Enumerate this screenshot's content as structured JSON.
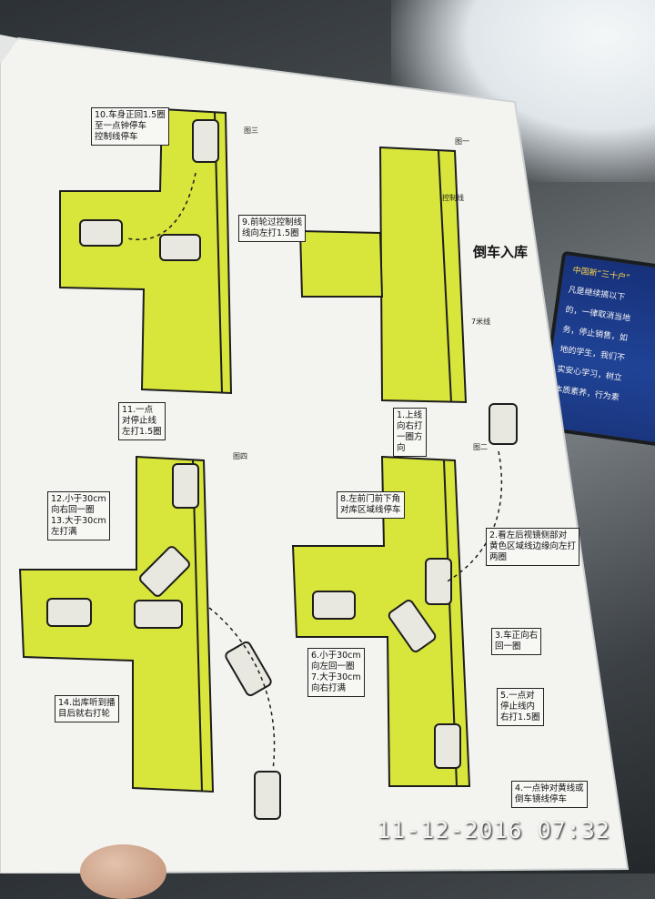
{
  "photo": {
    "timestamp": "11-12-2016 07:32"
  },
  "screen": {
    "title": "中国新“三十户”",
    "lines": [
      "凡是继续搞以下",
      "的，一律取消当地",
      "务，停止销售，如",
      "地的学生，我们不",
      "实安心学习，树立",
      "本质素养，行为素"
    ]
  },
  "sheet": {
    "title": "倒车入库",
    "panel1": {
      "tag": "图一",
      "line_a": "控制线",
      "line_b": "7米线",
      "step1": [
        "1.上线",
        "向右打",
        "一圈方",
        "向"
      ]
    },
    "panel2": {
      "tag": "图二",
      "step2": [
        "2.看左后视镜侧部对",
        "黄色区域线边缘向左打",
        "两圈"
      ],
      "step3": [
        "3.车正向右",
        "回一圈"
      ],
      "step4": [
        "4.一点钟对黄线或",
        "倒车镜线停车"
      ],
      "step5": [
        "5.一点对",
        "停止线内",
        "右打1.5圈"
      ],
      "step6": [
        "6.小于30cm",
        "向左回一圈",
        "7.大于30cm",
        "向右打满"
      ],
      "step8": [
        "8.左前门前下角",
        "对库区域线停车"
      ]
    },
    "panel3": {
      "tag": "图三",
      "step9": [
        "9.前轮过控制线",
        "线向左打1.5圈"
      ],
      "step10": [
        "10.车身正回1.5圈",
        "至一点钟停车",
        "控制线停车"
      ]
    },
    "panel4": {
      "tag": "图四",
      "step11": [
        "11.一点",
        "对停止线",
        "左打1.5圈"
      ],
      "step12": [
        "12.小于30cm",
        "向右回一圈",
        "13.大于30cm",
        "左打满"
      ],
      "step14": [
        "14.出库听到播",
        "目后就右打轮"
      ]
    }
  },
  "colors": {
    "zone_fill": "#d8e53a",
    "paper": "#f3f3ef",
    "ink": "#1d1d1d",
    "screen_blue": "#204396"
  }
}
